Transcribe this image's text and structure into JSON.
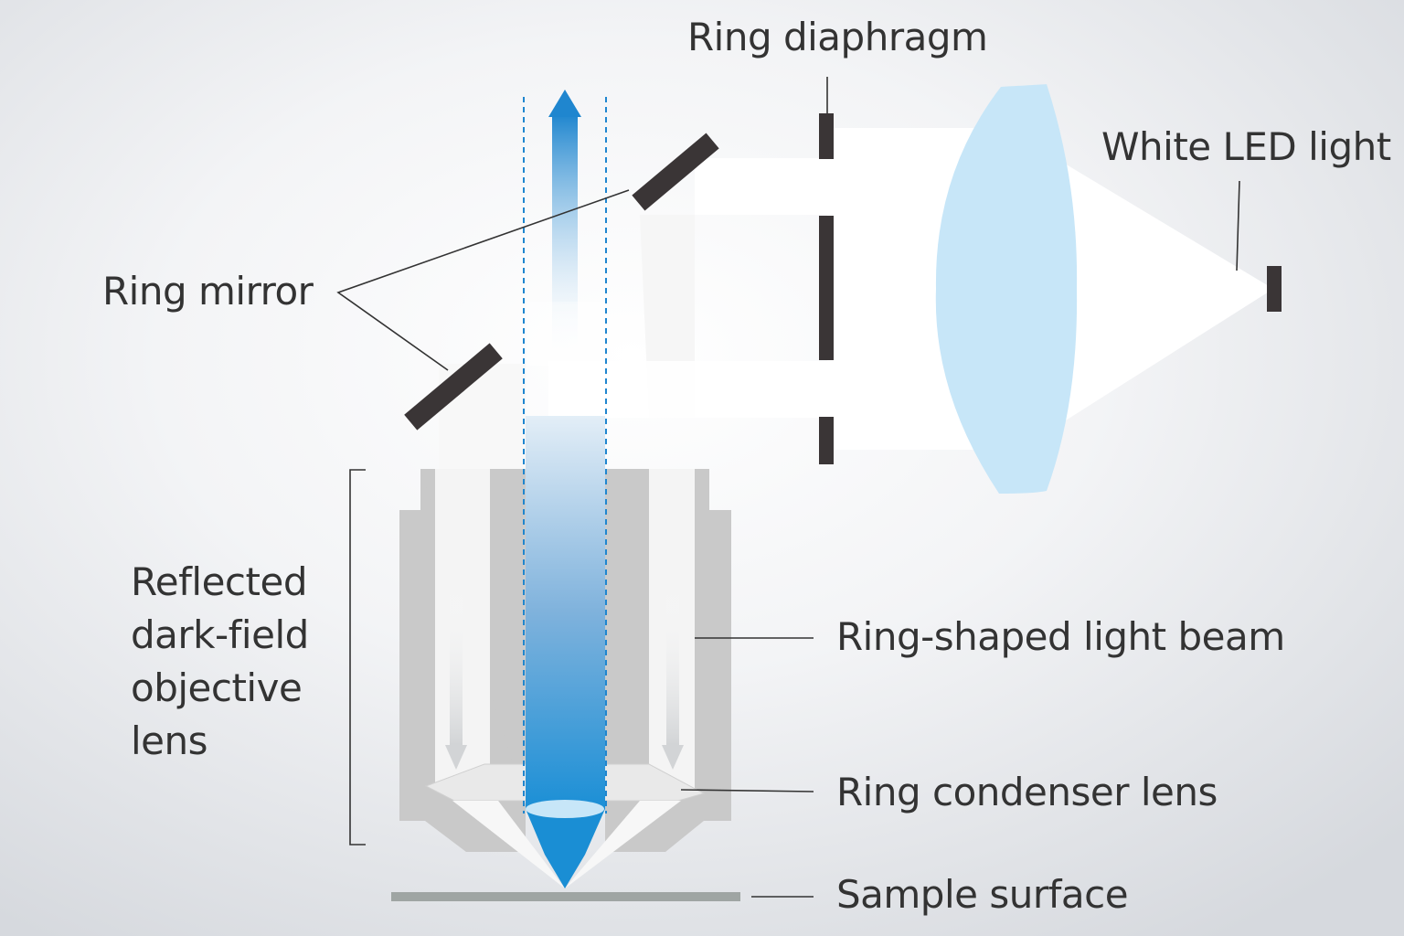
{
  "labels": {
    "ring_diaphragm": "Ring diaphragm",
    "white_led_light": "White LED light",
    "ring_mirror": "Ring mirror",
    "objective_lens": [
      "Reflected",
      "dark-field",
      "objective",
      "lens"
    ],
    "ring_shaped_light_beam": "Ring-shaped light beam",
    "ring_condenser_lens": "Ring condenser lens",
    "sample_surface": "Sample surface"
  },
  "colors": {
    "background": "#e7e9ec",
    "text": "#333333",
    "dark_part": "#3a3536",
    "objective_body": "#c9c9c9",
    "lens": "#c7e6f8",
    "blue_beam": "#1a8ed4",
    "sample": "#9fa5a3"
  }
}
